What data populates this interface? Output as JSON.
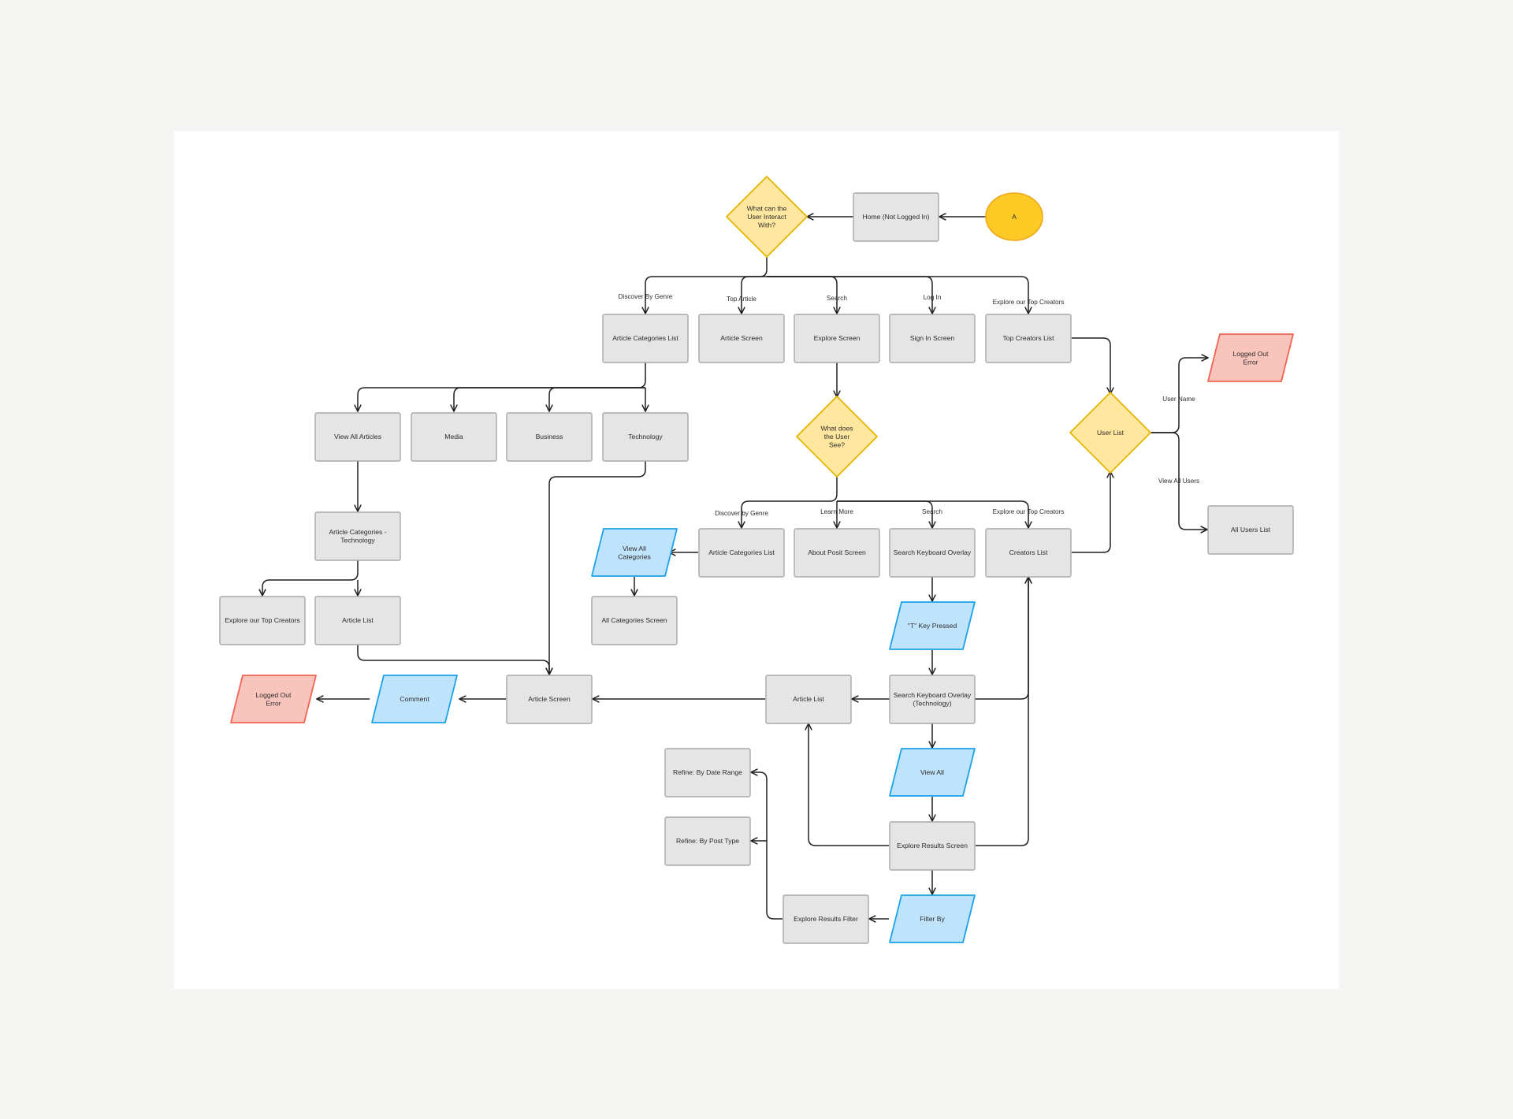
{
  "colors": {
    "process_fill": "#e5e5e5",
    "process_stroke": "#a9a9a9",
    "decision_fill": "#ffe7a0",
    "decision_stroke": "#e3b505",
    "io_fill": "#bfe3fb",
    "io_stroke": "#1aa3ea",
    "error_fill": "#f9c4bc",
    "error_stroke": "#f06452",
    "start_fill": "#fdc924",
    "start_stroke": "#efa81c",
    "edge": "#1f1f1f",
    "board": "#ffffff",
    "page": "#f5f5f4"
  },
  "nodes": {
    "start_a": {
      "label": [
        "A"
      ]
    },
    "home": {
      "label": [
        "Home (Not Logged In)"
      ]
    },
    "what_interact": {
      "label": [
        "What can the",
        "User Interact",
        "With?"
      ]
    },
    "article_categories_list": {
      "label": [
        "Article Categories List"
      ]
    },
    "article_screen_top": {
      "label": [
        "Article Screen"
      ]
    },
    "explore_screen": {
      "label": [
        "Explore Screen"
      ]
    },
    "sign_in_screen": {
      "label": [
        "Sign In Screen"
      ]
    },
    "top_creators_list": {
      "label": [
        "Top Creators List"
      ]
    },
    "logged_out_error_right": {
      "label": [
        "Logged Out",
        "Error"
      ]
    },
    "user_list": {
      "label": [
        "User List"
      ]
    },
    "all_users_list": {
      "label": [
        "All Users List"
      ]
    },
    "view_all_articles": {
      "label": [
        "View All Articles"
      ]
    },
    "media": {
      "label": [
        "Media"
      ]
    },
    "business": {
      "label": [
        "Business"
      ]
    },
    "technology": {
      "label": [
        "Technology"
      ]
    },
    "what_see": {
      "label": [
        "What does",
        "the User",
        "See?"
      ]
    },
    "article_categories_technology": {
      "label": [
        "Article Categories -",
        "Technology"
      ]
    },
    "explore_top_creators_left": {
      "label": [
        "Explore our Top Creators"
      ]
    },
    "article_list_left": {
      "label": [
        "Article List"
      ]
    },
    "view_all_categories": {
      "label": [
        "View All",
        "Categories"
      ]
    },
    "all_categories_screen": {
      "label": [
        "All Categories Screen"
      ]
    },
    "article_categories_list_2": {
      "label": [
        "Article Categories List"
      ]
    },
    "about_posit_screen": {
      "label": [
        "About Posit Screen"
      ]
    },
    "search_keyboard_overlay": {
      "label": [
        "Search Keyboard Overlay"
      ]
    },
    "creators_list": {
      "label": [
        "Creators List"
      ]
    },
    "t_key_pressed": {
      "label": [
        "\"T\" Key Pressed"
      ]
    },
    "logged_out_error_left": {
      "label": [
        "Logged Out",
        "Error"
      ]
    },
    "comment": {
      "label": [
        "Comment"
      ]
    },
    "article_screen_main": {
      "label": [
        "Article Screen"
      ]
    },
    "article_list_mid": {
      "label": [
        "Article List"
      ]
    },
    "search_keyboard_overlay_tech": {
      "label": [
        "Search Keyboard Overlay",
        "(Technology)"
      ]
    },
    "view_all": {
      "label": [
        "View All"
      ]
    },
    "refine_date": {
      "label": [
        "Refine: By Date Range"
      ]
    },
    "refine_post_type": {
      "label": [
        "Refine: By Post Type"
      ]
    },
    "explore_results_screen": {
      "label": [
        "Explore Results Screen"
      ]
    },
    "explore_results_filter": {
      "label": [
        "Explore Results Filter"
      ]
    },
    "filter_by": {
      "label": [
        "Filter By"
      ]
    }
  },
  "edge_labels": {
    "discover_by_genre": "Discover By Genre",
    "top_article": "Top Article",
    "search_top": "Search",
    "log_in": "Log In",
    "explore_top_creators_top": "Explore our Top Creators",
    "user_name": "User Name",
    "view_all_users": "View All Users",
    "discover_by_genre_2": "Discover by Genre",
    "learn_more": "Learn More",
    "search_mid": "Search",
    "explore_top_creators_mid": "Explore our Top Creators"
  }
}
